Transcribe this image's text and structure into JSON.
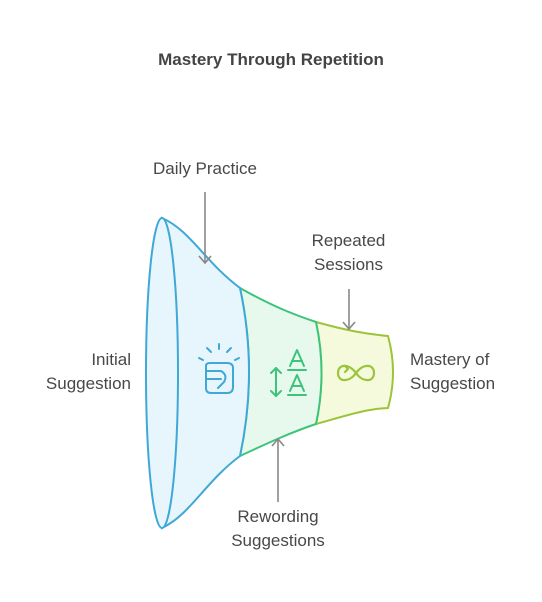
{
  "title": "Mastery Through Repetition",
  "labels": {
    "initial": [
      "Initial",
      "Suggestion"
    ],
    "daily": "Daily Practice",
    "repeated": [
      "Repeated",
      "Sessions"
    ],
    "rewording": [
      "Rewording",
      "Suggestions"
    ],
    "mastery": [
      "Mastery of",
      "Suggestion"
    ]
  },
  "icons": {
    "stage1": "fist-icon",
    "stage2": "text-size-icon",
    "stage3": "infinity-icon"
  },
  "colors": {
    "stage1": "#3fa8d6",
    "stage1_fill": "#e6f6fc",
    "stage2": "#3dc47c",
    "stage2_fill": "#e6f9ec",
    "stage3": "#9bc43a",
    "stage3_fill": "#f5fadc",
    "arrow": "#888888"
  }
}
